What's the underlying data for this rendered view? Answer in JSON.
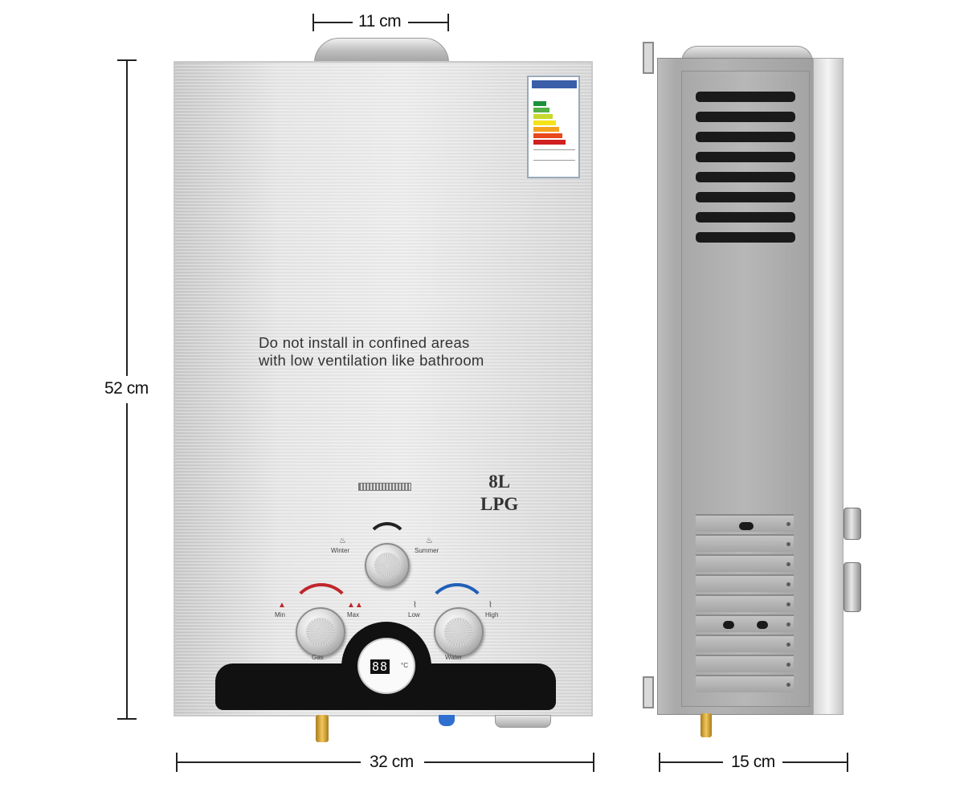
{
  "dimensions": {
    "chimney_width": "11 cm",
    "height": "52 cm",
    "width": "32 cm",
    "depth": "15 cm"
  },
  "front_panel": {
    "warning_line1": "Do not install in confined areas",
    "warning_line2": "with low ventilation like bathroom",
    "capacity": "8L",
    "fuel": "LPG",
    "season_knob": {
      "left_label": "Winter",
      "right_label": "Summer"
    },
    "gas_knob": {
      "min_label": "Min",
      "max_label": "Max",
      "name_label": "Gas"
    },
    "water_knob": {
      "low_label": "Low",
      "high_label": "High",
      "name_label": "Water"
    },
    "display": {
      "digits": "88",
      "unit": "°C"
    }
  },
  "colors": {
    "gas_arc": "#c0262a",
    "water_arc": "#1f5fb8",
    "panel": "#111111",
    "energy_header": "#3a5fa8"
  }
}
